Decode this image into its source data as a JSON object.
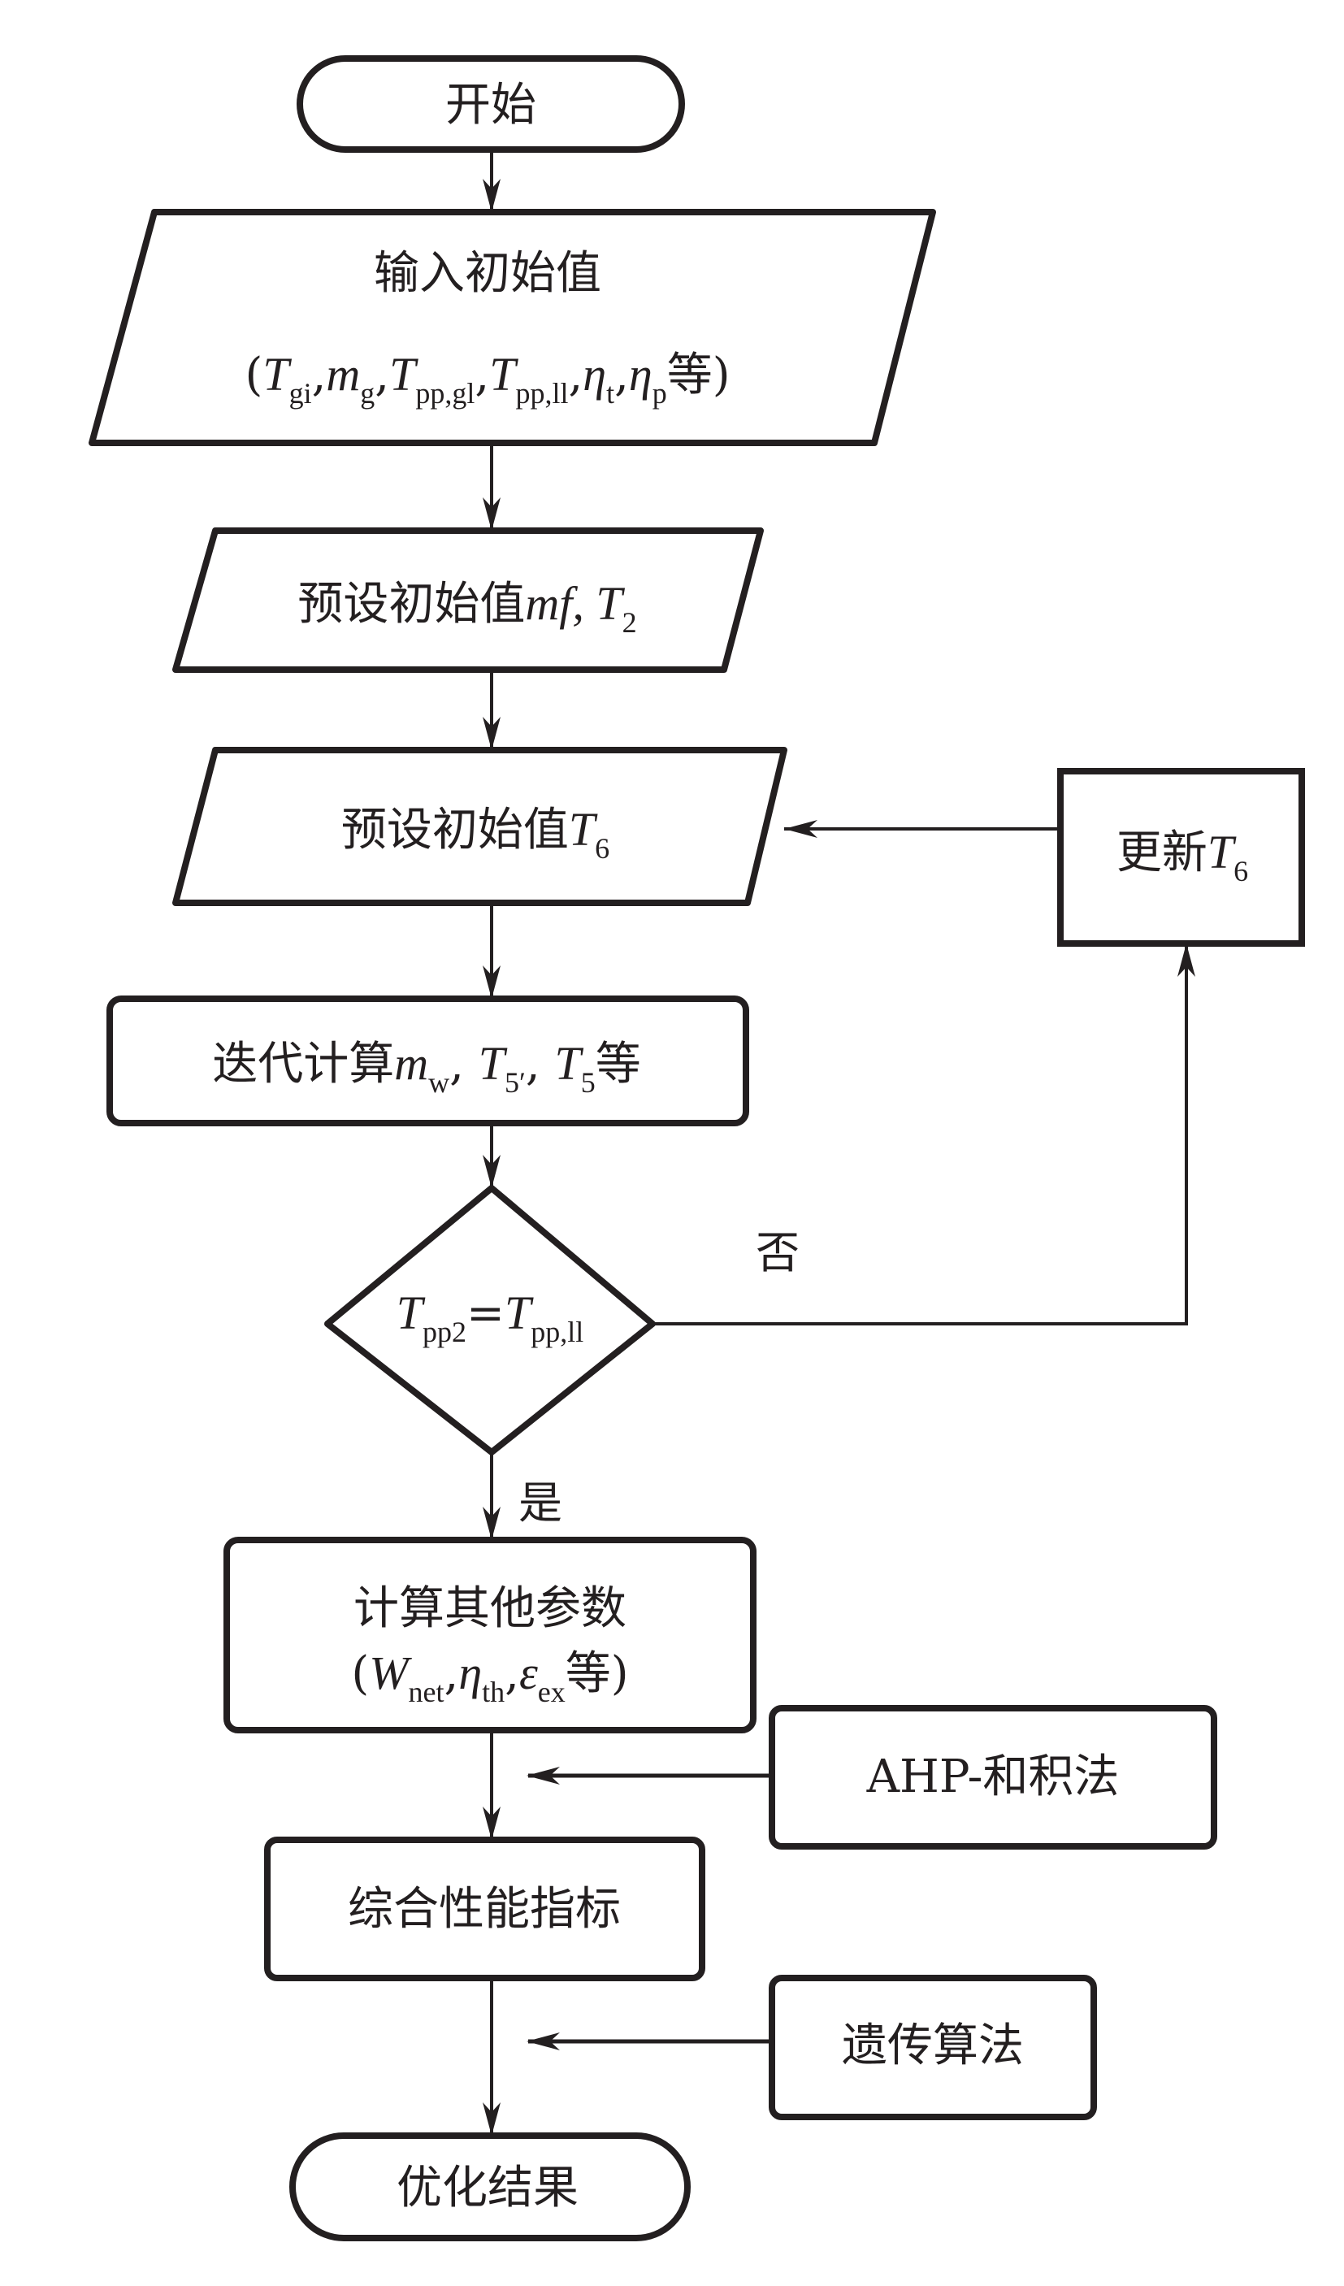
{
  "diagram": {
    "type": "flowchart",
    "nodes": {
      "start": {
        "kind": "terminator",
        "label": "开始"
      },
      "input": {
        "kind": "io",
        "title": "输入初始值",
        "params": [
          {
            "sym": "T",
            "sub": "gi"
          },
          {
            "sym": "m",
            "sub": "g"
          },
          {
            "sym": "T",
            "sub": "pp,gl"
          },
          {
            "sym": "T",
            "sub": "pp,ll"
          },
          {
            "sym": "η",
            "sub": "t"
          },
          {
            "sym": "η",
            "sub": "p"
          }
        ],
        "open": "(",
        "suffix": "等",
        "close": ")"
      },
      "preset1": {
        "kind": "io",
        "label": "预设初始值",
        "vars": "mf, T",
        "sub": "2"
      },
      "preset2": {
        "kind": "io",
        "label": "预设初始值",
        "sym": "T",
        "sub": "6"
      },
      "update": {
        "kind": "process",
        "label": "更新",
        "sym": "T",
        "sub": "6"
      },
      "iterate": {
        "kind": "process",
        "label": "迭代计算",
        "m": "m",
        "m_sub": "w",
        "t1": "T",
        "t1_sub": "5′",
        "t2": "T",
        "t2_sub": "5",
        "suffix": "等"
      },
      "decision": {
        "kind": "decision",
        "lhs": "T",
        "lhs_sub": "pp2",
        "eq": "=",
        "rhs": "T",
        "rhs_sub": "pp,ll"
      },
      "calc": {
        "kind": "process",
        "title": "计算其他参数",
        "p1": "W",
        "p1_sub": "net",
        "p2": "η",
        "p2_sub": "th",
        "p3": "ε",
        "p3_sub": "ex",
        "suffix": "等"
      },
      "ahp": {
        "kind": "process",
        "label": "AHP-和积法"
      },
      "composite": {
        "kind": "process",
        "label": "综合性能指标"
      },
      "ga": {
        "kind": "process",
        "label": "遗传算法"
      },
      "end": {
        "kind": "terminator",
        "label": "优化结果"
      }
    },
    "edges": [
      {
        "from": "start",
        "to": "input"
      },
      {
        "from": "input",
        "to": "preset1"
      },
      {
        "from": "preset1",
        "to": "preset2"
      },
      {
        "from": "preset2",
        "to": "iterate"
      },
      {
        "from": "iterate",
        "to": "decision"
      },
      {
        "from": "decision",
        "to": "update",
        "label": "否"
      },
      {
        "from": "update",
        "to": "preset2"
      },
      {
        "from": "decision",
        "to": "calc",
        "label": "是"
      },
      {
        "from": "calc",
        "to": "composite"
      },
      {
        "from": "ahp",
        "to": "calc-composite-link"
      },
      {
        "from": "composite",
        "to": "end"
      },
      {
        "from": "ga",
        "to": "composite-end-link"
      }
    ],
    "labels": {
      "no": "否",
      "yes": "是"
    },
    "colors": {
      "stroke": "#231f20",
      "background": "#ffffff"
    }
  }
}
